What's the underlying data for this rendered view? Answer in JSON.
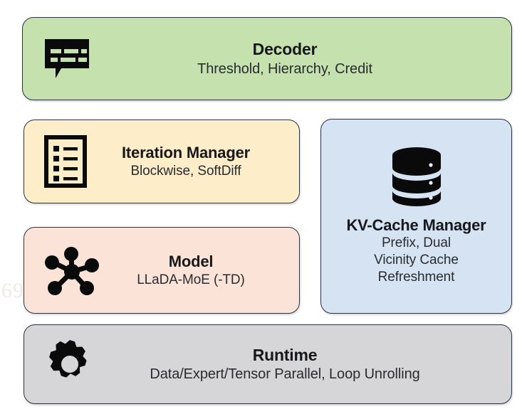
{
  "diagram": {
    "background_color": "#ffffff",
    "border_color": "#2b3247",
    "watermark_text": "69",
    "boxes": [
      {
        "id": "decoder",
        "title": "Decoder",
        "subtitle": "Threshold, Hierarchy, Credit",
        "icon": "speech-bubble-subtitles-icon",
        "fill_color": "#c5e1ae",
        "layout": "horizontal"
      },
      {
        "id": "iteration-manager",
        "title": "Iteration Manager",
        "subtitle": "Blockwise, SoftDiff",
        "icon": "checklist-document-icon",
        "fill_color": "#fdeec9",
        "layout": "horizontal"
      },
      {
        "id": "model",
        "title": "Model",
        "subtitle": "LLaDA-MoE (-TD)",
        "icon": "network-hub-icon",
        "fill_color": "#fbe4d7",
        "layout": "horizontal"
      },
      {
        "id": "kv-cache-manager",
        "title": "KV-Cache Manager",
        "subtitle": "Prefix, Dual\nVicinity Cache\nRefreshment",
        "subtitle_lines": [
          "Prefix, Dual",
          "Vicinity Cache",
          "Refreshment"
        ],
        "icon": "database-icon",
        "fill_color": "#d6e3f3",
        "layout": "vertical"
      },
      {
        "id": "runtime",
        "title": "Runtime",
        "subtitle": "Data/Expert/Tensor Parallel, Loop Unrolling",
        "icon": "gear-icon",
        "fill_color": "#d6d6d8",
        "layout": "horizontal"
      }
    ]
  }
}
